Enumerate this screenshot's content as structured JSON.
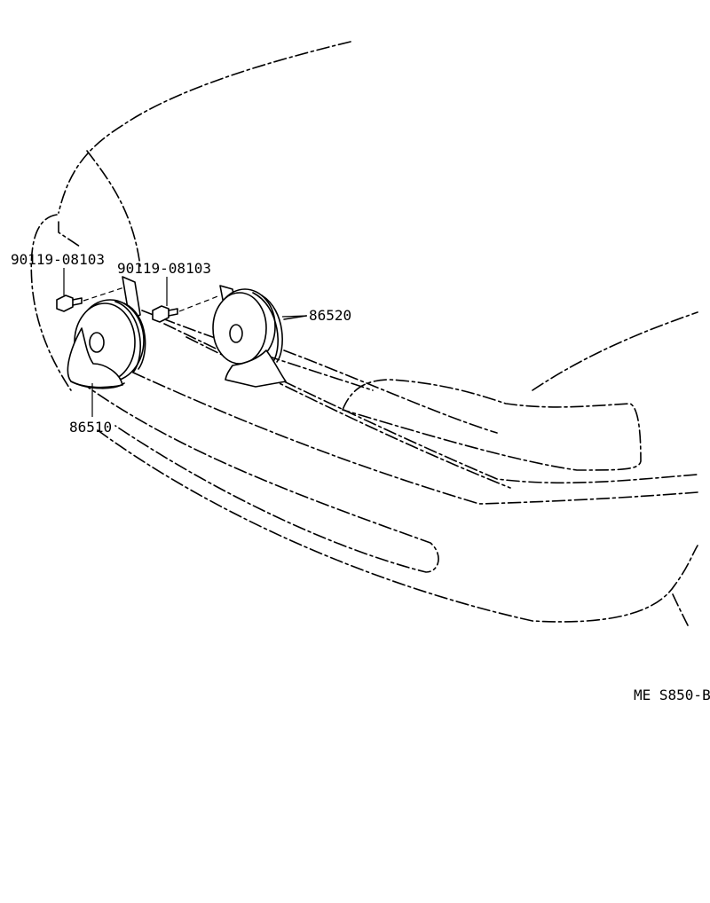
{
  "parts": [
    {
      "id": "bolt_left",
      "part_number": "90119-08103"
    },
    {
      "id": "bolt_right",
      "part_number": "90119-08103"
    },
    {
      "id": "horn_high",
      "part_number": "86520"
    },
    {
      "id": "horn_low",
      "part_number": "86510"
    }
  ],
  "figure_code": "ME S850-B"
}
